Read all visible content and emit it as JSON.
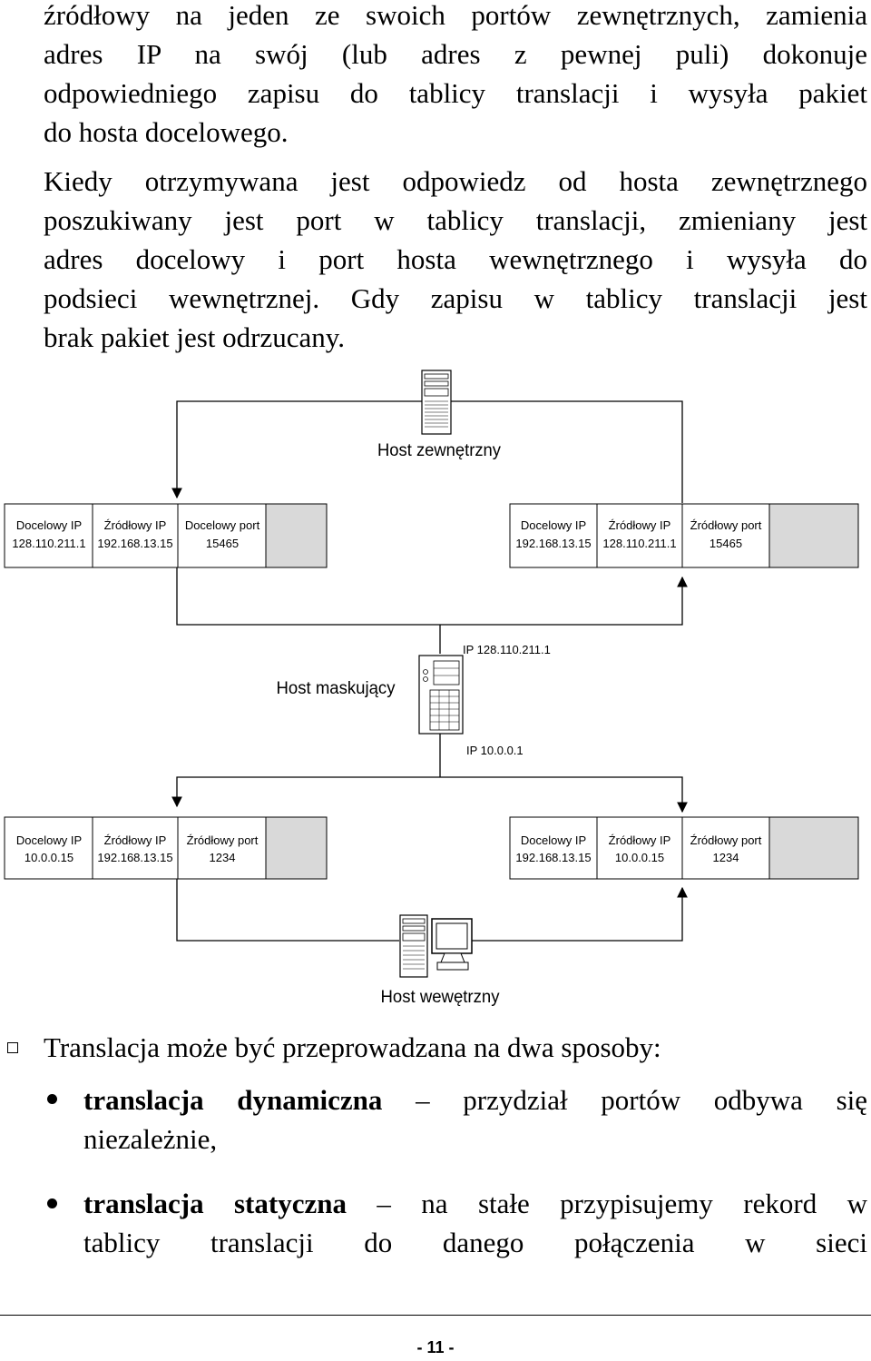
{
  "para1": [
    "źródłowy na jeden ze swoich portów zewnętrznych, zamienia",
    "adres IP na swój (lub adres z pewnej puli) dokonuje",
    "odpowiedniego zapisu do tablicy translacji i wysyła pakiet",
    "do hosta docelowego."
  ],
  "para2": [
    "Kiedy otrzymywana jest odpowiedz od hosta zewnętrznego",
    "poszukiwany jest port w tablicy translacji, zmieniany jest",
    "adres docelowy i port hosta wewnętrznego i wysyła do",
    "podsieci wewnętrznej. Gdy zapisu w tablicy translacji jest",
    "brak pakiet jest odrzucany."
  ],
  "diagram": {
    "external_host_label": "Host zewnętrzny",
    "masking_host_label": "Host maskujący",
    "internal_host_label": "Host wewętrzny",
    "masking_ip_top": "IP 128.110.211.1",
    "masking_ip_bottom": "IP 10.0.0.1",
    "packet_top_left": [
      {
        "label": "Docelowy IP",
        "value": "128.110.211.1"
      },
      {
        "label": "Źródłowy IP",
        "value": "192.168.13.15"
      },
      {
        "label": "Docelowy port",
        "value": "15465"
      }
    ],
    "packet_top_right": [
      {
        "label": "Docelowy IP",
        "value": "192.168.13.15"
      },
      {
        "label": "Źródłowy IP",
        "value": "128.110.211.1"
      },
      {
        "label": "Źródłowy port",
        "value": "15465"
      }
    ],
    "packet_bottom_left": [
      {
        "label": "Docelowy IP",
        "value": "10.0.0.15"
      },
      {
        "label": "Źródłowy IP",
        "value": "192.168.13.15"
      },
      {
        "label": "Źródłowy port",
        "value": "1234"
      }
    ],
    "packet_bottom_right": [
      {
        "label": "Docelowy IP",
        "value": "192.168.13.15"
      },
      {
        "label": "Źródłowy IP",
        "value": "10.0.0.15"
      },
      {
        "label": "Źródłowy port",
        "value": "1234"
      }
    ],
    "payload_color": "#d9d9d9"
  },
  "bullets": {
    "intro": "Translacja może być przeprowadzana na dwa sposoby:",
    "item1_term": "translacja dynamiczna",
    "item1_rest": " – przydział portów odbywa się",
    "item1_line2": "niezależnie,",
    "item2_term": "translacja statyczna",
    "item2_rest": " – na stałe przypisujemy rekord w",
    "item2_line2": "tablicy translacji do danego połączenia w sieci"
  },
  "footer": {
    "page_number": "- 11 -"
  }
}
